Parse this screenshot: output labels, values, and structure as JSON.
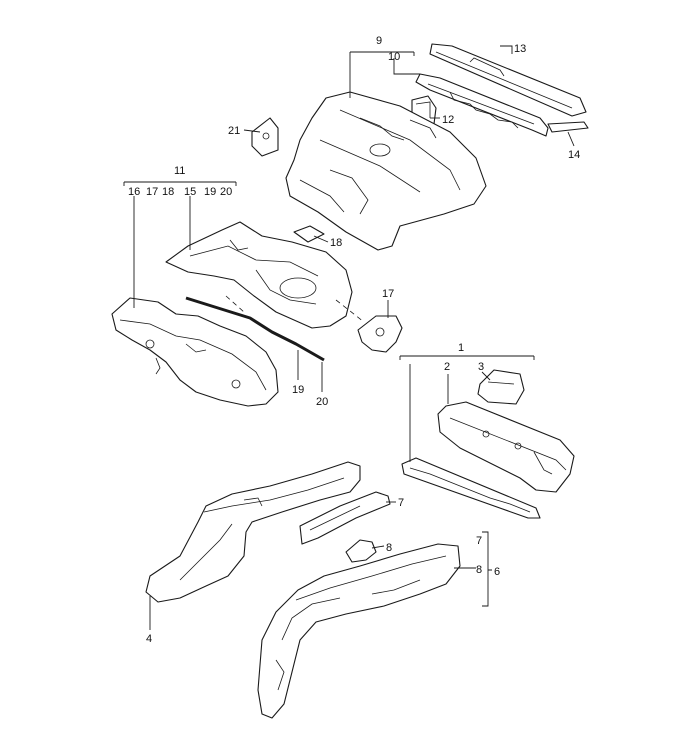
{
  "callouts": {
    "c1": "1",
    "c2": "2",
    "c3": "3",
    "c4": "4",
    "c6": "6",
    "c7a": "7",
    "c7b": "7",
    "c8a": "8",
    "c8b": "8",
    "c9": "9",
    "c10": "10",
    "c11": "11",
    "c12": "12",
    "c13": "13",
    "c14": "14",
    "c15": "15",
    "c16": "16",
    "c17a": "17",
    "c17b": "17",
    "c18a": "18",
    "c18b": "18",
    "c19a": "19",
    "c19b": "19",
    "c20a": "20",
    "c20b": "20",
    "c21": "21"
  }
}
